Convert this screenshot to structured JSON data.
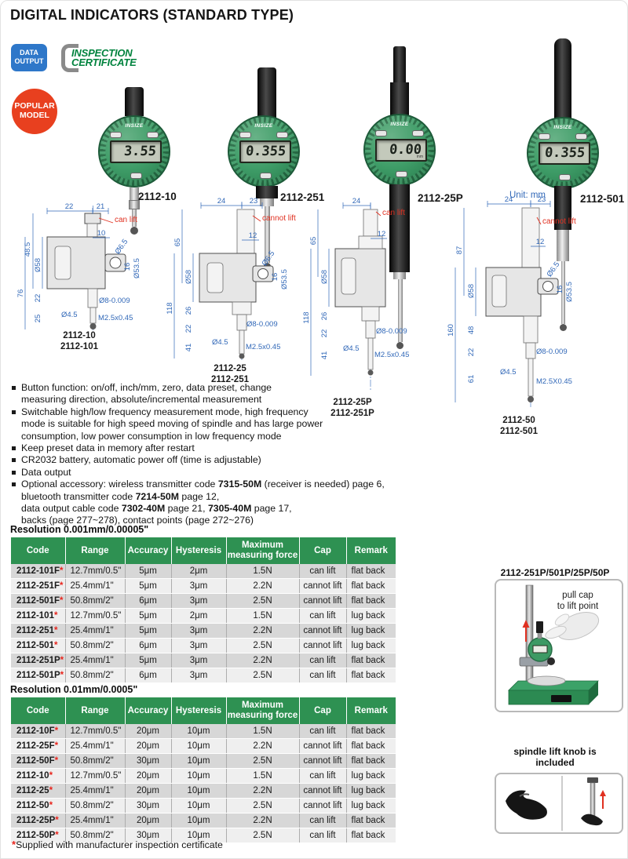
{
  "page": {
    "title": "DIGITAL INDICATORS (STANDARD TYPE)",
    "unit_note": "Unit: mm",
    "star": "*",
    "footnote": "Supplied with manufacturer inspection certificate"
  },
  "brand": "INSIZE",
  "badges": {
    "data_output_line1": "DATA",
    "data_output_line2": "OUTPUT",
    "inspection_line1": "INSPECTION",
    "inspection_line2": "CERTIFICATE",
    "popular_line1": "POPULAR",
    "popular_line2": "MODEL"
  },
  "colors": {
    "table_header_green": "#2e9152",
    "dimension_blue": "#3168b8",
    "alert_red": "#e03020",
    "badge_blue": "#2e77c9",
    "indicator_green": "#3f9d68",
    "popular_red": "#e8401f"
  },
  "products": [
    {
      "model": "2112-10",
      "display": "3.55"
    },
    {
      "model": "2112-251",
      "display": "0.355"
    },
    {
      "model": "2112-25P",
      "display": "0.00",
      "lcd_unit": "mm"
    },
    {
      "model": "2112-501",
      "display": "0.355"
    }
  ],
  "drawings": [
    {
      "caption": [
        "2112-10",
        "2112-101"
      ],
      "dims": [
        "22",
        "21",
        "can lift",
        "10",
        "48.5",
        "Ø58",
        "76",
        "22",
        "25",
        "Ø6.5",
        "16",
        "Ø53.5",
        "Ø8-0.009",
        "Ø4.5",
        "M2.5x0.45"
      ]
    },
    {
      "caption": [
        "2112-25",
        "2112-251"
      ],
      "dims": [
        "24",
        "23",
        "cannot lift",
        "12",
        "65",
        "Ø58",
        "118",
        "26",
        "22",
        "41",
        "Ø6.5",
        "16",
        "Ø53.5",
        "Ø8-0.009",
        "Ø4.5",
        "M2.5x0.45"
      ]
    },
    {
      "caption": [
        "2112-25P",
        "2112-251P"
      ],
      "dims": [
        "24",
        "can lift",
        "12",
        "65",
        "Ø58",
        "118",
        "26",
        "22",
        "41",
        "Ø8-0.009",
        "Ø4.5",
        "M2.5x0.45"
      ]
    },
    {
      "caption": [
        "2112-50",
        "2112-501"
      ],
      "dims": [
        "24",
        "23",
        "cannot lift",
        "12",
        "87",
        "Ø58",
        "160",
        "48",
        "22",
        "61",
        "Ø6.5",
        "16",
        "Ø53.5",
        "Ø8-0.009",
        "Ø4.5",
        "M2.5X0.45"
      ]
    }
  ],
  "features": [
    [
      [
        [
          "Button function: on/off, inch/mm, zero, data preset, change",
          0
        ]
      ],
      [
        [
          "measuring direction, absolute/incremental measurement",
          0
        ]
      ]
    ],
    [
      [
        [
          "Switchable high/low frequency measurement mode, high frequency",
          0
        ]
      ],
      [
        [
          "mode is suitable for high speed moving of spindle and has large power",
          0
        ]
      ],
      [
        [
          "consumption, low power consumption in low frequency mode",
          0
        ]
      ]
    ],
    [
      [
        [
          "Keep preset data in memory after restart",
          0
        ]
      ]
    ],
    [
      [
        [
          "CR2032 battery, automatic power off (time is adjustable)",
          0
        ]
      ]
    ],
    [
      [
        [
          "Data output",
          0
        ]
      ]
    ],
    [
      [
        [
          "Optional accessory: wireless transmitter code ",
          0
        ],
        [
          "7315-50M",
          1
        ],
        [
          " (receiver is needed) page 6,",
          0
        ]
      ],
      [
        [
          "bluetooth transmitter code ",
          0
        ],
        [
          "7214-50M",
          1
        ],
        [
          " page 12,",
          0
        ]
      ],
      [
        [
          "data output cable code ",
          0
        ],
        [
          "7302-40M",
          1
        ],
        [
          " page 21, ",
          0
        ],
        [
          "7305-40M",
          1
        ],
        [
          " page 17,",
          0
        ]
      ],
      [
        [
          "backs (page 277~278), contact points (page 272~276)",
          0
        ]
      ]
    ]
  ],
  "tables": [
    {
      "heading": "Resolution 0.001mm/0.00005\"",
      "columns": [
        "Code",
        "Range",
        "Accuracy",
        "Hysteresis",
        "Maximum measuring force",
        "Cap",
        "Remark"
      ],
      "rows": [
        [
          "2112-101F",
          "12.7mm/0.5\"",
          "5μm",
          "2μm",
          "1.5N",
          "can lift",
          "flat back"
        ],
        [
          "2112-251F",
          "25.4mm/1\"",
          "5μm",
          "3μm",
          "2.2N",
          "cannot lift",
          "flat back"
        ],
        [
          "2112-501F",
          "50.8mm/2\"",
          "6μm",
          "3μm",
          "2.5N",
          "cannot lift",
          "flat back"
        ],
        [
          "2112-101",
          "12.7mm/0.5\"",
          "5μm",
          "2μm",
          "1.5N",
          "can lift",
          "lug back"
        ],
        [
          "2112-251",
          "25.4mm/1\"",
          "5μm",
          "3μm",
          "2.2N",
          "cannot lift",
          "lug back"
        ],
        [
          "2112-501",
          "50.8mm/2\"",
          "6μm",
          "3μm",
          "2.5N",
          "cannot lift",
          "lug back"
        ],
        [
          "2112-251P",
          "25.4mm/1\"",
          "5μm",
          "3μm",
          "2.2N",
          "can lift",
          "flat back"
        ],
        [
          "2112-501P",
          "50.8mm/2\"",
          "6μm",
          "3μm",
          "2.5N",
          "can lift",
          "flat back"
        ]
      ]
    },
    {
      "heading": "Resolution 0.01mm/0.0005\"",
      "columns": [
        "Code",
        "Range",
        "Accuracy",
        "Hysteresis",
        "Maximum measuring force",
        "Cap",
        "Remark"
      ],
      "rows": [
        [
          "2112-10F",
          "12.7mm/0.5\"",
          "20μm",
          "10μm",
          "1.5N",
          "can lift",
          "flat back"
        ],
        [
          "2112-25F",
          "25.4mm/1\"",
          "20μm",
          "10μm",
          "2.2N",
          "cannot lift",
          "flat back"
        ],
        [
          "2112-50F",
          "50.8mm/2\"",
          "30μm",
          "10μm",
          "2.5N",
          "cannot lift",
          "flat back"
        ],
        [
          "2112-10",
          "12.7mm/0.5\"",
          "20μm",
          "10μm",
          "1.5N",
          "can lift",
          "lug back"
        ],
        [
          "2112-25",
          "25.4mm/1\"",
          "20μm",
          "10μm",
          "2.2N",
          "cannot lift",
          "lug back"
        ],
        [
          "2112-50",
          "50.8mm/2\"",
          "30μm",
          "10μm",
          "2.5N",
          "cannot lift",
          "lug back"
        ],
        [
          "2112-25P",
          "25.4mm/1\"",
          "20μm",
          "10μm",
          "2.2N",
          "can lift",
          "flat back"
        ],
        [
          "2112-50P",
          "50.8mm/2\"",
          "30μm",
          "10μm",
          "2.5N",
          "can lift",
          "flat back"
        ]
      ]
    }
  ],
  "side": {
    "panel1_title": "2112-251P/501P/25P/50P",
    "panel1_note_line1": "pull cap",
    "panel1_note_line2": "to lift point",
    "panel2_title_line1": "spindle lift knob is",
    "panel2_title_line2": "included"
  }
}
